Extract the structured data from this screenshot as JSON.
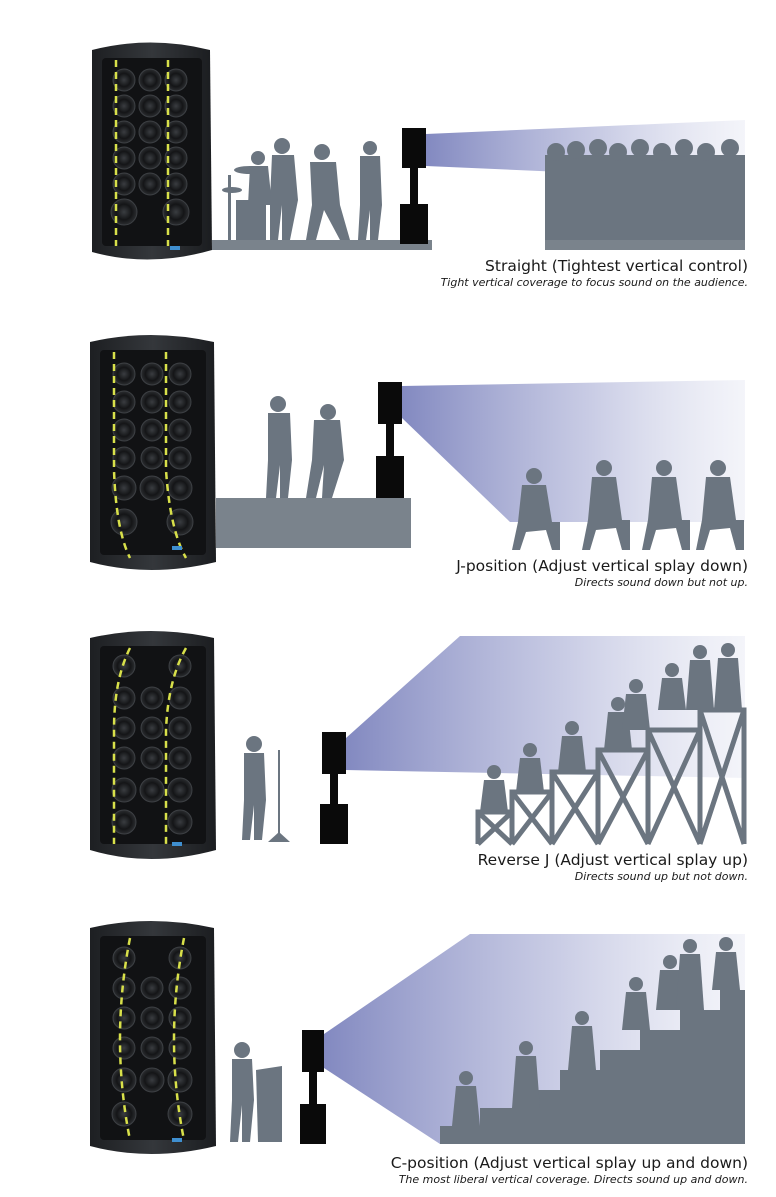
{
  "colors": {
    "silhouette": "#6b7580",
    "speaker_body": "#2a2c2f",
    "driver_dash": "#d8e04a",
    "beam": "#8c93c4",
    "badge": "#3f8fd0"
  },
  "panels": [
    {
      "title": "Straight (Tightest vertical control)",
      "description": "Tight vertical coverage to focus sound on the audience."
    },
    {
      "title": "J-position (Adjust vertical splay down)",
      "description": "Directs sound down but not up."
    },
    {
      "title": "Reverse J (Adjust vertical splay up)",
      "description": "Directs sound up but not down."
    },
    {
      "title": "C-position (Adjust vertical splay up and down)",
      "description": "The most liberal vertical coverage. Directs sound up and down."
    }
  ]
}
